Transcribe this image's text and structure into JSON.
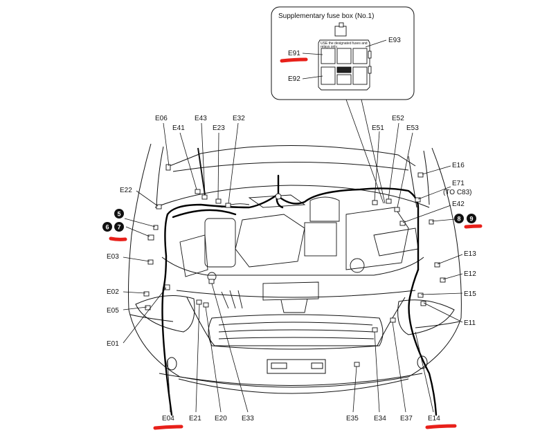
{
  "inset": {
    "title": "Supplementary fuse box (No.1)",
    "note_line1": "USE the designated fuses and",
    "note_line2": "relays only.",
    "labels": {
      "e91": "E91",
      "e92": "E92",
      "e93": "E93"
    }
  },
  "labels": {
    "e06": "E06",
    "e41": "E41",
    "e43": "E43",
    "e23": "E23",
    "e32": "E32",
    "e51": "E51",
    "e52": "E52",
    "e53": "E53",
    "e16": "E16",
    "e71": "E71",
    "e71_sub": "(TO C83)",
    "e42": "E42",
    "e22": "E22",
    "e03": "E03",
    "e02": "E02",
    "e05": "E05",
    "e01": "E01",
    "e13": "E13",
    "e12": "E12",
    "e15": "E15",
    "e11": "E11",
    "e04": "E04",
    "e21": "E21",
    "e20": "E20",
    "e33": "E33",
    "e35": "E35",
    "e34": "E34",
    "e37": "E37",
    "e14": "E14"
  },
  "badges": {
    "b5": "5",
    "b6": "6",
    "b7": "7",
    "b8": "8",
    "b9": "9"
  },
  "colors": {
    "highlight": "#e8201a",
    "line": "#111111",
    "harness": "#000000"
  }
}
